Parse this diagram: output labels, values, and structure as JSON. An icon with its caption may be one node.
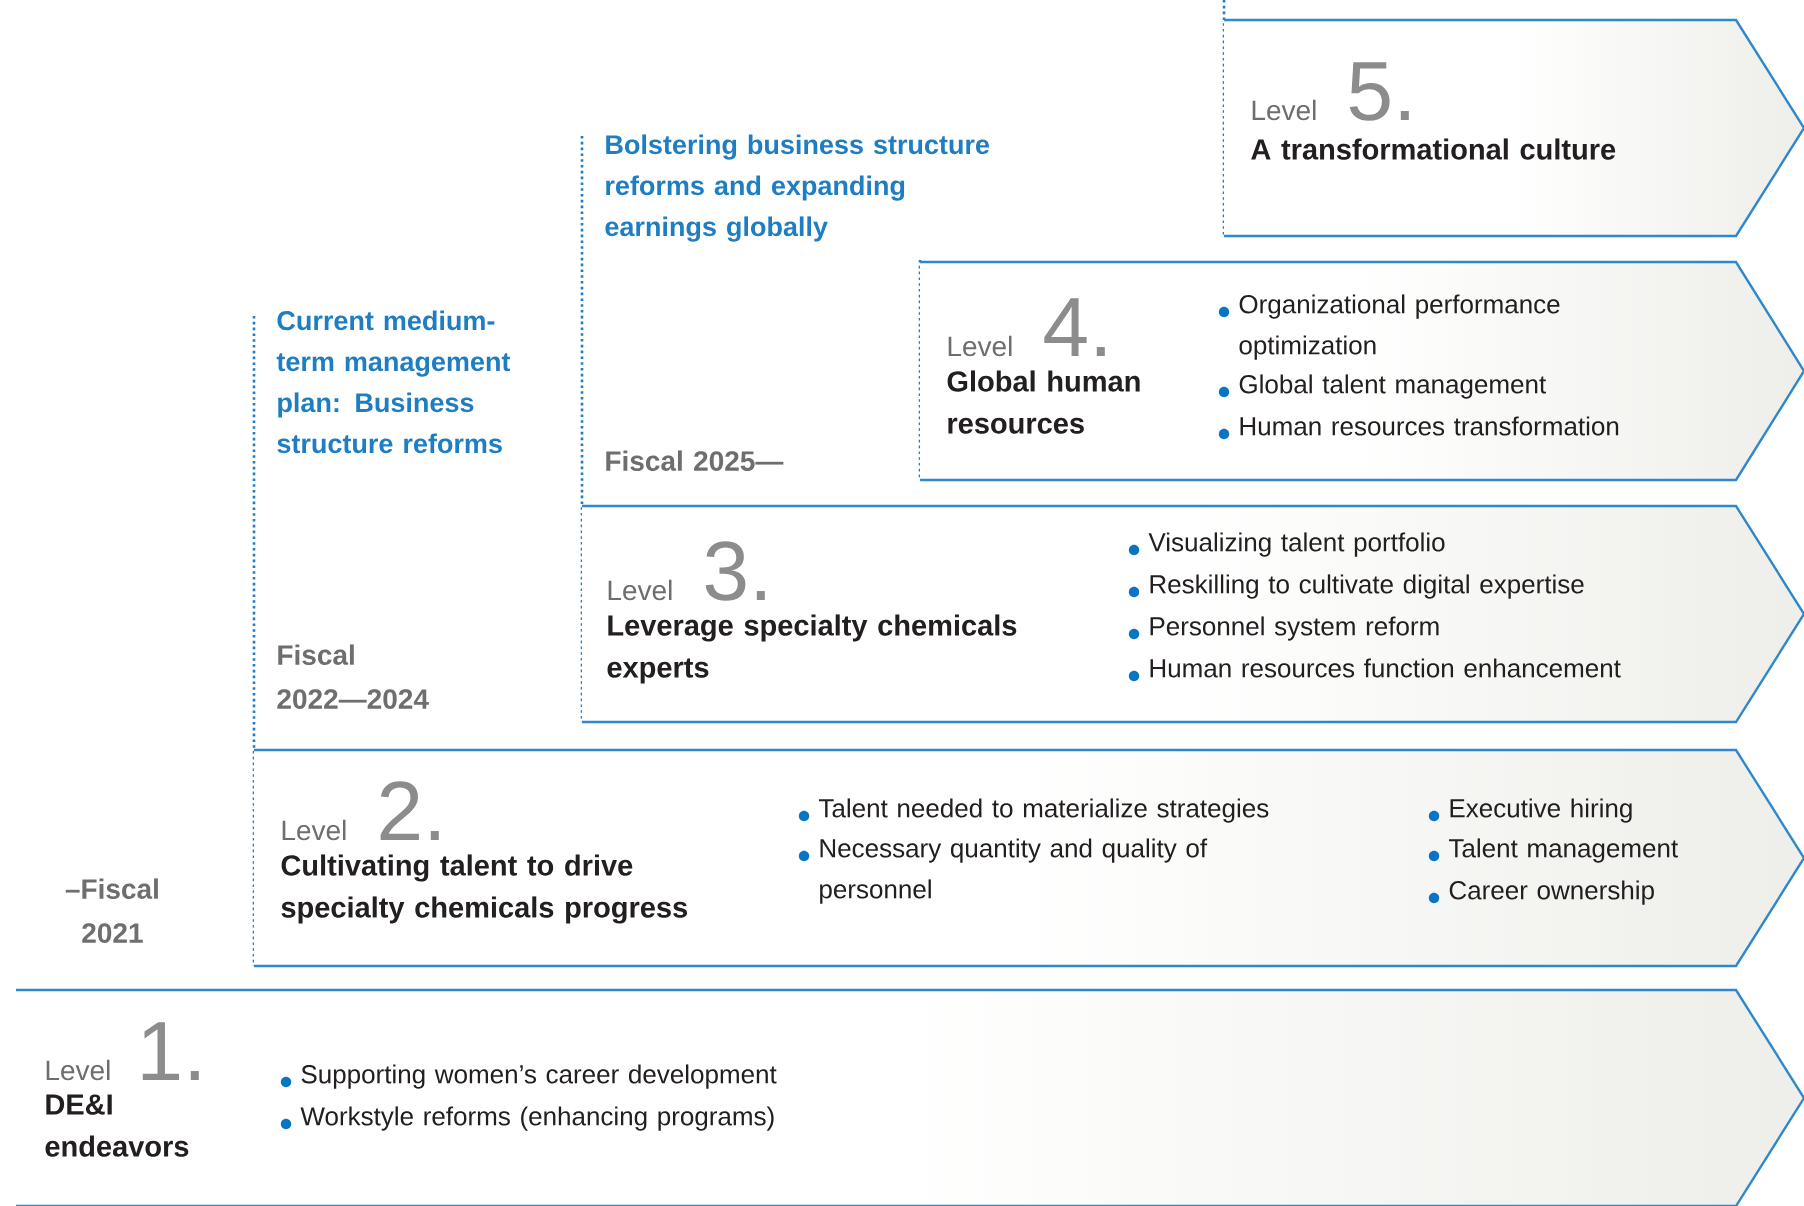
{
  "diagram": {
    "nodes": [
      {
        "text": [
          "Level",
          "5.",
          "A transformational culture"
        ]
      },
      {
        "text": [
          "Level",
          "4.",
          "Global human resources",
          "Organizational performance optimization",
          "Global talent management",
          "Human resources transformation"
        ]
      },
      {
        "text": [
          "Level",
          "3.",
          "Leverage specialty chemicals experts",
          "Visualizing talent portfolio",
          "Reskilling to cultivate digital expertise",
          "Personnel system reform",
          "Human resources function enhancement"
        ]
      },
      {
        "text": [
          "Level",
          "2.",
          "Cultivating talent to drive specialty chemicals progress",
          "Talent needed to materialize strategies",
          "Necessary quantity and quality of personnel",
          "Executive hiring",
          "Talent management",
          "Career ownership"
        ]
      },
      {
        "text": [
          "Level",
          "1.",
          "DE&I endeavors",
          "Supporting women’s career development",
          "Workstyle reforms (enhancing programs)"
        ]
      }
    ],
    "labels": [
      "Bolstering business structure reforms and expanding earnings globally",
      "Current medium-term management plan: Business structure reforms",
      "Fiscal 2025—",
      "Fiscal 2022—2024",
      "–Fiscal 2021"
    ]
  }
}
